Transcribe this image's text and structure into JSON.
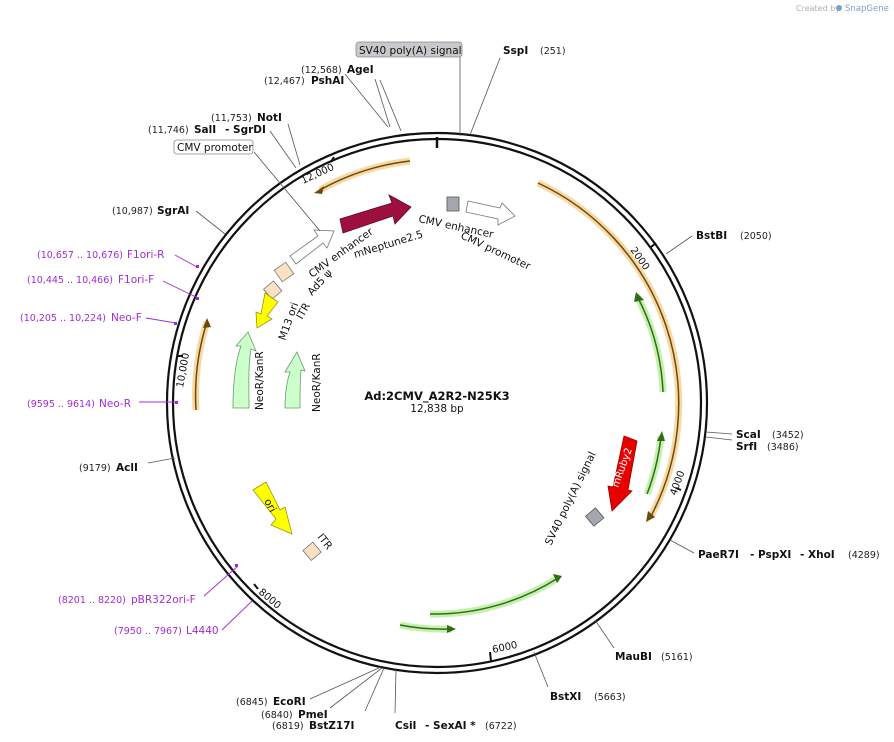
{
  "credit": {
    "created_by": "Created by",
    "brand": "SnapGene"
  },
  "plasmid": {
    "name": "Ad:2CMV_A2R2-N25K3",
    "length": "12,838 bp"
  },
  "ticks": [
    "2000",
    "4000",
    "6000",
    "8000",
    "10,000",
    "12,000"
  ],
  "enzymes": [
    {
      "name": "SspI",
      "pos": "(251)"
    },
    {
      "name": "BstBI",
      "pos": "(2050)"
    },
    {
      "name": "ScaI",
      "pos": "(3452)"
    },
    {
      "name": "SrfI",
      "pos": "(3486)"
    },
    {
      "name": "PaeR7I",
      "extra": [
        "- PspXI",
        "- XhoI"
      ],
      "pos": "(4289)"
    },
    {
      "name": "MauBI",
      "pos": "(5161)"
    },
    {
      "name": "BstXI",
      "pos": "(5663)"
    },
    {
      "name": "CsiI",
      "extra": [
        "- SexAI *"
      ],
      "pos": "(6722)"
    },
    {
      "name": "BstZ17I",
      "pos": "(6819)"
    },
    {
      "name": "PmeI",
      "pos": "(6840)"
    },
    {
      "name": "EcoRI",
      "pos": "(6845)"
    },
    {
      "name": "AclI",
      "pos": "(9179)"
    },
    {
      "name": "SgrAI",
      "pos": "(10,987)"
    },
    {
      "name": "SalI",
      "extra": [
        "- SgrDI"
      ],
      "pos": "(11,746)"
    },
    {
      "name": "NotI",
      "pos": "(11,753)"
    },
    {
      "name": "PshAI",
      "pos": "(12,467)"
    },
    {
      "name": "AgeI",
      "pos": "(12,568)"
    }
  ],
  "primers": [
    {
      "name": "F1ori-R",
      "pos": "(10,657 .. 10,676)"
    },
    {
      "name": "F1ori-F",
      "pos": "(10,445 .. 10,466)"
    },
    {
      "name": "Neo-F",
      "pos": "(10,205 .. 10,224)"
    },
    {
      "name": "Neo-R",
      "pos": "(9595 .. 9614)"
    },
    {
      "name": "pBR322ori-F",
      "pos": "(8201 .. 8220)"
    },
    {
      "name": "L4440",
      "pos": "(7950 .. 7967)"
    }
  ],
  "features": {
    "sv40_top": "SV40 poly(A) signal",
    "cmv_promoter_box": "CMV promoter",
    "cmv_enhancer_right": "CMV enhancer",
    "cmv_promoter_right": "CMV promoter",
    "mneptune": "mNeptune2.5",
    "cmv_enhancer_left": "CMV enhancer",
    "ad5_psi": "Ad5 ψ",
    "m13_ori": "M13 ori",
    "itr_top": "ITR",
    "neo_left": "NeoR/KanR",
    "neo_right": "NeoR/KanR",
    "ori": "ori",
    "itr_bottom": "ITR",
    "mruby": "mRuby2",
    "sv40_right": "SV40 poly(A) signal"
  },
  "colors": {
    "mneptune": "#9e0f3d",
    "mruby": "#e60000",
    "neo": "#ccffcc",
    "ori_yellow": "#ffff00",
    "orf_orange": "#e0a040",
    "orf_green": "#3c8c1e",
    "primer": "#a12bd6"
  }
}
